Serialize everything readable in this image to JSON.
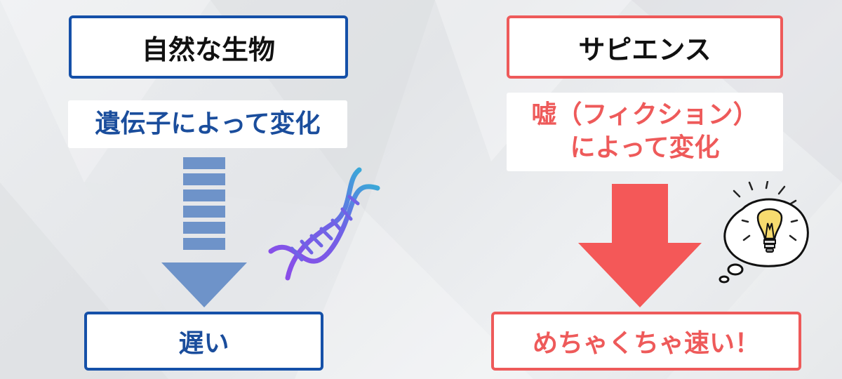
{
  "left": {
    "title": "自然な生物",
    "note": "遺伝子によって変化",
    "result": "遅い"
  },
  "right": {
    "title": "サピエンス",
    "note_line1": "嘘（フィクション）",
    "note_line2": "によって変化",
    "result": "めちゃくちゃ速い！"
  },
  "colors": {
    "blue_border": "#1550a8",
    "blue_text": "#1a4d9c",
    "blue_arrow": "#6e93c9",
    "red": "#ee5a5a",
    "red_arrow": "#f45858",
    "bulb": "#f7dc6f"
  },
  "icons": {
    "left": "dna-icon",
    "right": "lightbulb-thought-icon"
  }
}
